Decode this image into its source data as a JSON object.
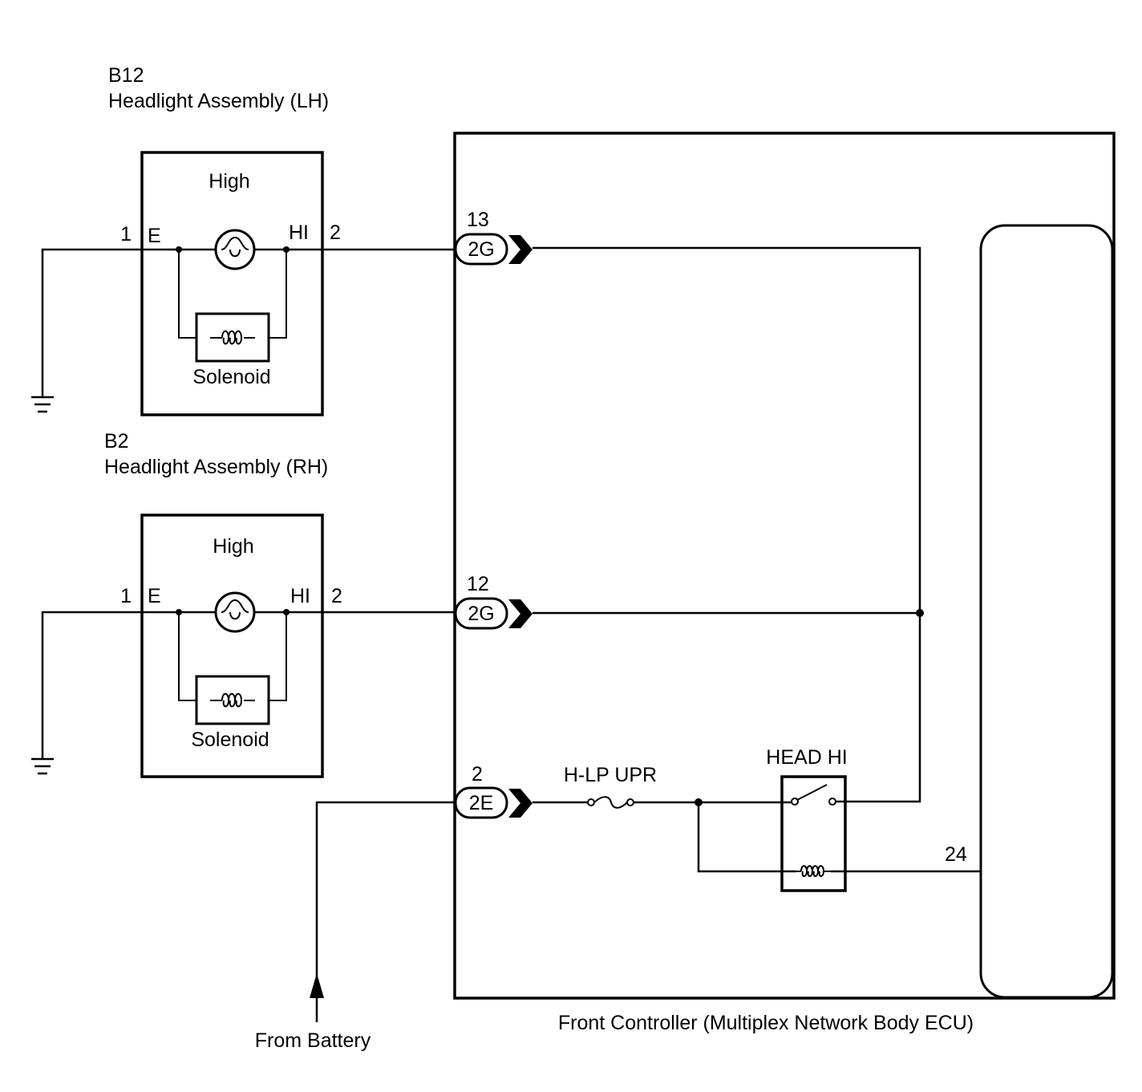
{
  "lh_assembly": {
    "code": "B12",
    "name": "Headlight Assembly (LH)",
    "lamp_label": "High",
    "solenoid_label": "Solenoid",
    "pin_e_number": "1",
    "pin_e_label": "E",
    "pin_hi_label": "HI",
    "pin_hi_number": "2"
  },
  "rh_assembly": {
    "code": "B2",
    "name": "Headlight Assembly (RH)",
    "lamp_label": "High",
    "solenoid_label": "Solenoid",
    "pin_e_number": "1",
    "pin_e_label": "E",
    "pin_hi_label": "HI",
    "pin_hi_number": "2"
  },
  "ecu": {
    "name": "Front Controller (Multiplex Network Body ECU)",
    "connectors": [
      {
        "pin": "13",
        "connector": "2G"
      },
      {
        "pin": "12",
        "connector": "2G"
      },
      {
        "pin": "2",
        "connector": "2E"
      }
    ],
    "fuse_label": "H-LP UPR",
    "relay_label": "HEAD HI",
    "relay_coil_pin": "24"
  },
  "battery_label": "From Battery"
}
